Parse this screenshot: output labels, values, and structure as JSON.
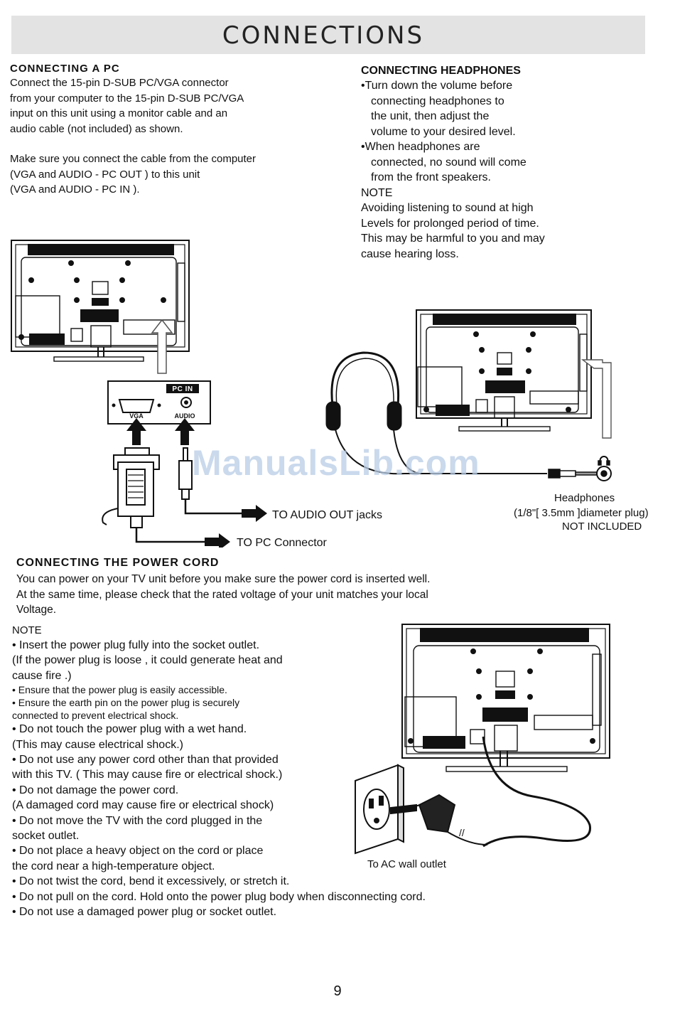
{
  "header": {
    "title": "CONNECTIONS"
  },
  "pc": {
    "heading": "CONNECTING  A  PC",
    "para1": [
      "Connect the 15-pin D-SUB PC/VGA connector",
      "from your computer to the 15-pin D-SUB PC/VGA",
      "input on this unit using a monitor cable and an",
      "audio cable (not included) as shown."
    ],
    "para2": [
      "Make sure you connect the cable from the computer",
      "(VGA  and  AUDIO - PC OUT  ) to this unit",
      "(VGA  and AUDIO - PC IN   )."
    ],
    "panel_badge": "PC IN",
    "port_vga": "VGA",
    "port_audio": "AUDIO",
    "label_audio_out": "TO AUDIO OUT jacks",
    "label_pc_connector": "TO PC Connector"
  },
  "headphones": {
    "heading": "CONNECTING HEADPHONES",
    "bullet1": [
      "•Turn down the volume before",
      "connecting headphones to",
      "the unit, then adjust the",
      "volume to your desired level."
    ],
    "bullet2": [
      "•When headphones are",
      "connected, no sound will come",
      "from the front speakers."
    ],
    "note_label": "NOTE",
    "note": [
      "Avoiding listening to sound at high",
      "Levels for prolonged period of time.",
      "This may be harmful to you and may",
      "cause hearing loss."
    ],
    "caption": [
      "Headphones",
      "(1/8\"[ 3.5mm ]diameter plug)",
      "NOT INCLUDED"
    ]
  },
  "watermark": "ManualsLib.com",
  "power": {
    "heading": "CONNECTING THE POWER CORD",
    "intro": [
      "You can power on your TV unit before you make sure the power cord is inserted well.",
      "At the same time, please check that the rated voltage of your unit matches your local",
      "Voltage."
    ],
    "note_label": "NOTE",
    "notes": [
      "• Insert the power plug fully into the socket outlet.",
      "(If the power plug is loose , it could generate heat and",
      "cause fire .)",
      "•  Ensure that the power plug is easily accessible.",
      "•  Ensure the earth pin on the power plug is securely",
      " connected to prevent electrical shock.",
      "• Do not touch the power plug with a wet hand.",
      "(This may cause electrical shock.)",
      "• Do not use any power cord other than that provided",
      "with this TV. (  This may cause fire or electrical shock.)",
      "• Do not damage the power cord.",
      "(A damaged cord may cause fire or electrical shock)",
      "• Do not move the TV with the cord plugged in the",
      "socket outlet.",
      "• Do not place a heavy object on the cord or place",
      "the cord near a high-temperature object.",
      "• Do not twist the cord, bend it excessively, or stretch it.",
      "• Do not pull on the cord. Hold onto the power plug body when disconnecting cord.",
      "• Do not use a damaged power plug or socket outlet."
    ],
    "outlet_label": "To  AC  wall  outlet"
  },
  "page_number": "9"
}
